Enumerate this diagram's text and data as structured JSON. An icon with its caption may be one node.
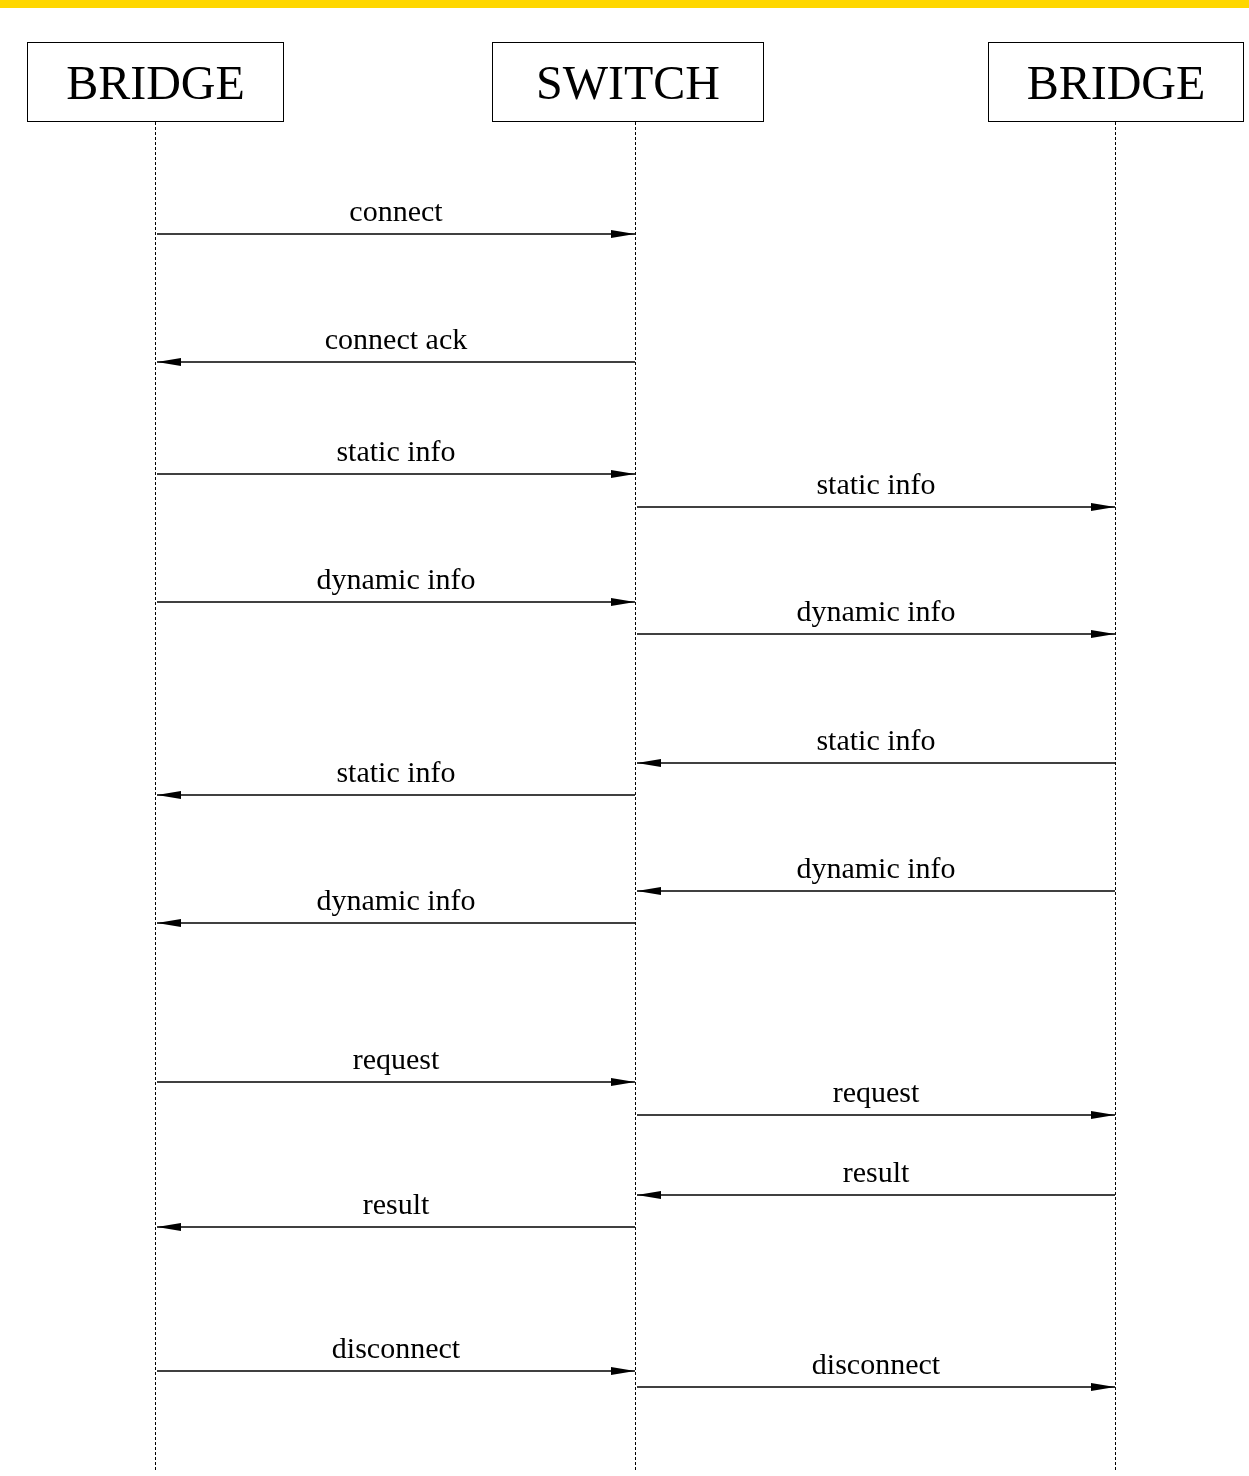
{
  "diagram": {
    "nodes": [
      {
        "text": [
          "BRIDGE"
        ]
      },
      {
        "text": [
          "SWITCH"
        ]
      },
      {
        "text": [
          "BRIDGE"
        ]
      },
      {
        "text": [],
        "shape": "line"
      },
      {
        "text": [],
        "shape": "line"
      },
      {
        "text": [],
        "shape": "line"
      }
    ],
    "edges": [
      {
        "from": 3,
        "to": 4,
        "arrow": "to",
        "label": "connect"
      },
      {
        "from": 4,
        "to": 3,
        "arrow": "to",
        "label": "connect ack"
      },
      {
        "from": 3,
        "to": 4,
        "arrow": "to",
        "label": "static info"
      },
      {
        "from": 4,
        "to": 5,
        "arrow": "to",
        "label": "static info"
      },
      {
        "from": 3,
        "to": 4,
        "arrow": "to",
        "label": "dynamic info"
      },
      {
        "from": 4,
        "to": 5,
        "arrow": "to",
        "label": "dynamic info"
      },
      {
        "from": 5,
        "to": 4,
        "arrow": "to",
        "label": "static info"
      },
      {
        "from": 4,
        "to": 3,
        "arrow": "to",
        "label": "static info"
      },
      {
        "from": 5,
        "to": 4,
        "arrow": "to",
        "label": "dynamic info"
      },
      {
        "from": 4,
        "to": 3,
        "arrow": "to",
        "label": "dynamic info"
      },
      {
        "from": 3,
        "to": 4,
        "arrow": "to",
        "label": "request"
      },
      {
        "from": 4,
        "to": 5,
        "arrow": "to",
        "label": "request"
      },
      {
        "from": 5,
        "to": 4,
        "arrow": "to",
        "label": "result"
      },
      {
        "from": 4,
        "to": 3,
        "arrow": "to",
        "label": "result"
      },
      {
        "from": 3,
        "to": 4,
        "arrow": "to",
        "label": "disconnect"
      },
      {
        "from": 4,
        "to": 5,
        "arrow": "to",
        "label": "disconnect"
      }
    ]
  }
}
